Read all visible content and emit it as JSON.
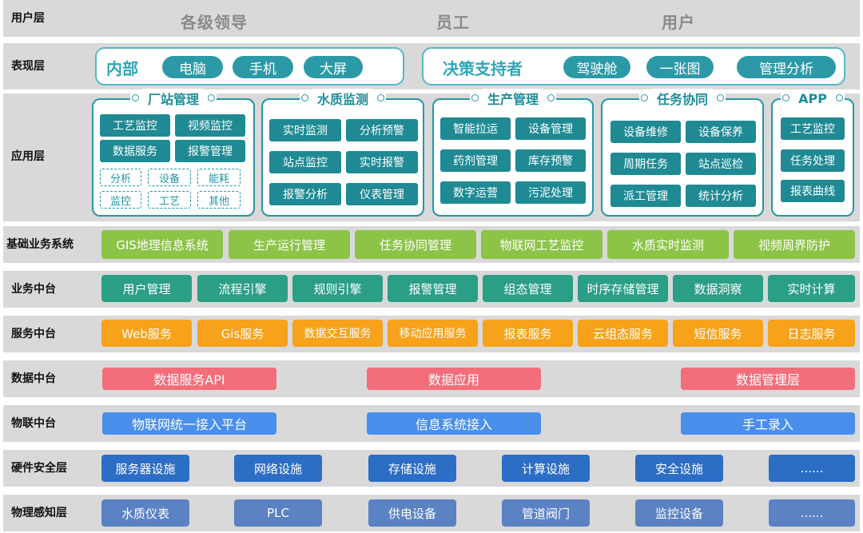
{
  "layers": {
    "user": "用户层",
    "presentation": "表现层",
    "application": "应用层",
    "basic_business": "基础业务系统",
    "business_platform": "业务中台",
    "service_platform": "服务中台",
    "data_platform": "数据中台",
    "iot_platform": "物联中台",
    "hardware_security": "硬件安全层",
    "physical_perception": "物理感知层"
  },
  "users": [
    "各级领导",
    "员工",
    "用户"
  ],
  "presentation": {
    "left": {
      "title": "内部",
      "items": [
        "电脑",
        "手机",
        "大屏"
      ]
    },
    "right": {
      "title": "决策支持者",
      "items": [
        "驾驶舱",
        "一张图",
        "管理分析"
      ]
    }
  },
  "apps": [
    {
      "title": "厂站管理",
      "items": [
        "工艺监控",
        "视频监控",
        "数据服务",
        "报警管理"
      ],
      "sub": [
        "分析",
        "设备",
        "能耗",
        "监控",
        "工艺",
        "其他"
      ]
    },
    {
      "title": "水质监测",
      "items": [
        "实时监测",
        "分析预警",
        "站点监控",
        "实时报警",
        "报警分析",
        "仪表管理"
      ]
    },
    {
      "title": "生产管理",
      "items": [
        "智能拉运",
        "设备管理",
        "药剂管理",
        "库存预警",
        "数字运营",
        "污泥处理"
      ]
    },
    {
      "title": "任务协同",
      "items": [
        "设备维修",
        "设备保养",
        "周期任务",
        "站点巡检",
        "派工管理",
        "统计分析"
      ]
    },
    {
      "title": "APP",
      "items": [
        "工艺监控",
        "任务处理",
        "报表曲线"
      ]
    }
  ],
  "basic_business": [
    "GIS地理信息系统",
    "生产运行管理",
    "任务协同管理",
    "物联网工艺监控",
    "水质实时监测",
    "视频周界防护"
  ],
  "business_platform": [
    "用户管理",
    "流程引擎",
    "规则引擎",
    "报警管理",
    "组态管理",
    "时序存储管理",
    "数据洞察",
    "实时计算"
  ],
  "service_platform": [
    "Web服务",
    "Gis服务",
    "数据交互服务",
    "移动应用服务",
    "报表服务",
    "云组态服务",
    "短信服务",
    "日志服务"
  ],
  "data_platform": [
    "数据服务API",
    "数据应用",
    "数据管理层"
  ],
  "iot_platform": [
    "物联网统一接入平台",
    "信息系统接入",
    "手工录入"
  ],
  "hardware_security": [
    "服务器设施",
    "网络设施",
    "存储设施",
    "计算设施",
    "安全设施",
    "......"
  ],
  "physical_perception": [
    "水质仪表",
    "PLC",
    "供电设备",
    "管道阀门",
    "监控设备",
    "......"
  ],
  "colors": {
    "band": "#d9d9d9",
    "basic_business": "#8cc447",
    "business_platform": "#2b9e86",
    "service_platform": "#f6a21b",
    "data_platform": "#f26e7a",
    "iot_platform": "#4a8fec",
    "hardware_security": "#2c6dc5",
    "physical_perception": "#5b82c2",
    "presentation_border": "#55b8c6",
    "app_cell": "#1f8a93"
  }
}
